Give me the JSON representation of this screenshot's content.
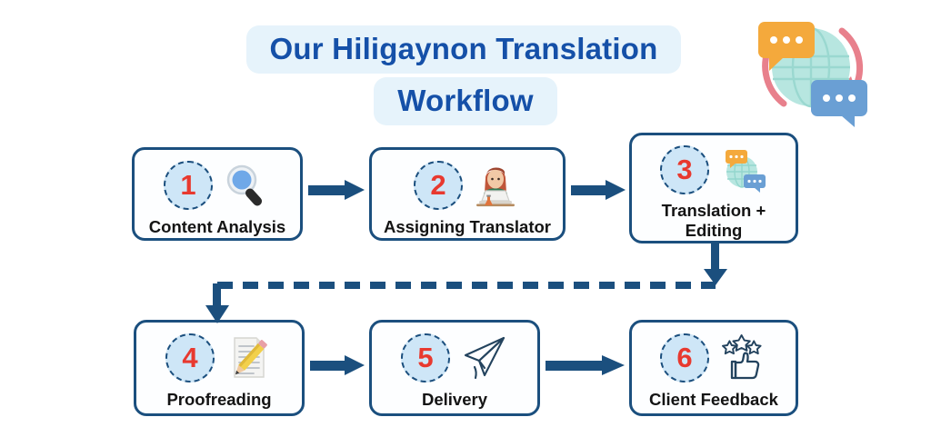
{
  "page": {
    "background_color": "#ffffff",
    "accent_navy": "#1b4f7e",
    "accent_blue": "#1550a8",
    "badge_fill": "#cee6f7",
    "number_red": "#e8392f",
    "title_highlight": "#e6f3fb"
  },
  "title": {
    "line1": "Our Hiligaynon Translation",
    "line2": "Workflow",
    "full": "Our Hiligaynon Translation Workflow"
  },
  "logo": {
    "name": "globe-translation-logo",
    "globe_color": "#b7e6e0",
    "bubble_orange": "#f4a93c",
    "bubble_blue": "#6a9fd4",
    "arrow_color": "#e8808c"
  },
  "steps": [
    {
      "number": "1",
      "label": "Content Analysis",
      "icon": "magnifying-glass-icon"
    },
    {
      "number": "2",
      "label": "Assigning Translator",
      "icon": "translator-at-laptop-icon"
    },
    {
      "number": "3",
      "label": "Translation +\nEditing",
      "icon": "globe-speech-bubbles-icon"
    },
    {
      "number": "4",
      "label": "Proofreading",
      "icon": "document-pencil-icon"
    },
    {
      "number": "5",
      "label": "Delivery",
      "icon": "paper-plane-icon"
    },
    {
      "number": "6",
      "label": "Client Feedback",
      "icon": "thumbs-up-stars-icon"
    }
  ],
  "connectors": [
    {
      "name": "arrow-step1-to-step2",
      "style": "solid",
      "direction": "right"
    },
    {
      "name": "arrow-step2-to-step3",
      "style": "solid",
      "direction": "right"
    },
    {
      "name": "connector-step3-to-step4",
      "style": "dashed",
      "direction": "down-left-down"
    },
    {
      "name": "arrow-step4-to-step5",
      "style": "solid",
      "direction": "right"
    },
    {
      "name": "arrow-step5-to-step6",
      "style": "solid",
      "direction": "right"
    }
  ]
}
